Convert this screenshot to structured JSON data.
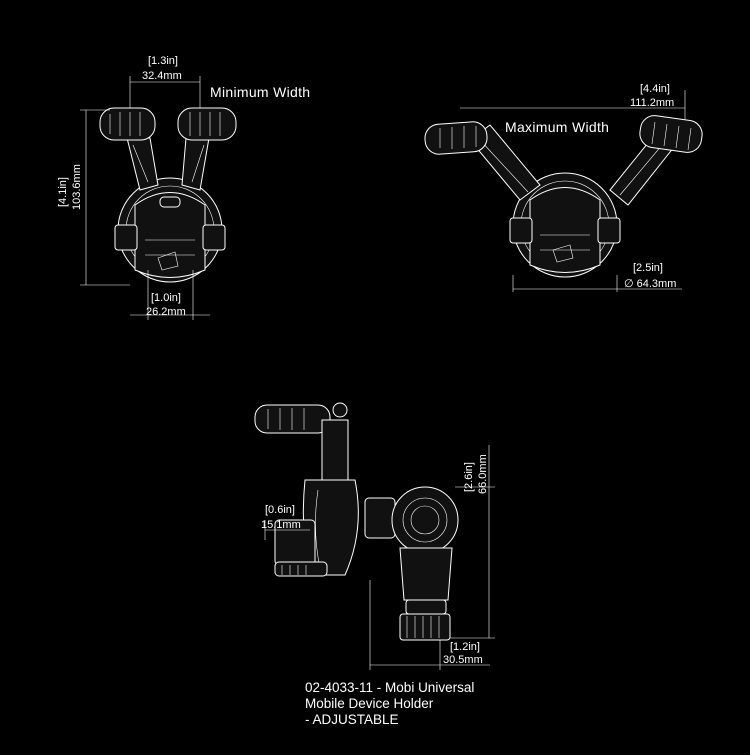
{
  "views": {
    "min_width": {
      "label": "Minimum Width",
      "top_dim_in": "[1.3in]",
      "top_dim_mm": "32.4mm",
      "left_dim_in": "[4.1in]",
      "left_dim_mm": "103.6mm",
      "bottom_dim_in": "[1.0in]",
      "bottom_dim_mm": "26.2mm"
    },
    "max_width": {
      "label": "Maximum Width",
      "top_dim_in": "[4.4in]",
      "top_dim_mm": "111.2mm",
      "base_dim_in": "[2.5in]",
      "base_dim_mm": "∅ 64.3mm"
    },
    "side": {
      "grip_dim_in": "[0.6in]",
      "grip_dim_mm": "15.1mm",
      "height_dim_in": "[2.6in]",
      "height_dim_mm": "66.0mm",
      "depth_dim_in": "[1.2in]",
      "depth_dim_mm": "30.5mm"
    }
  },
  "caption": {
    "line1": "02-4033-11 - Mobi Universal",
    "line2": "Mobile Device Holder",
    "line3": "- ADJUSTABLE"
  }
}
